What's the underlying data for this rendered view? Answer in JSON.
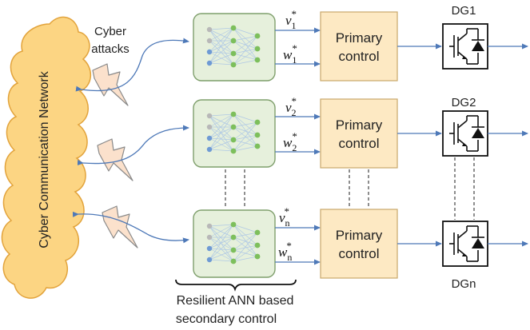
{
  "diagram": {
    "network_label": "Cyber Communication Network",
    "attack_label_line1": "Cyber",
    "attack_label_line2": "attacks",
    "primary_label_line1": "Primary",
    "primary_label_line2": "control",
    "bracket_label_line1": "Resilient ANN based",
    "bracket_label_line2": "secondary control",
    "units": [
      {
        "dg_label": "DG1",
        "v_base": "v",
        "v_sub": "1",
        "w_base": "w",
        "w_sub": "1",
        "star": "*"
      },
      {
        "dg_label": "DG2",
        "v_base": "v",
        "v_sub": "2",
        "w_base": "w",
        "w_sub": "2",
        "star": "*"
      },
      {
        "dg_label": "DGn",
        "v_base": "v",
        "v_sub": "n",
        "w_base": "w",
        "w_sub": "n",
        "star": "*"
      }
    ],
    "colors": {
      "cloud_fill": "#fcd583",
      "cloud_stroke": "#e2a33b",
      "ann_fill": "#e6f0dc",
      "ann_stroke": "#7f9f6c",
      "primary_fill": "#fde9c3",
      "primary_stroke": "#c9a86a",
      "arrow": "#4e79b8",
      "lightning_fill": "#fbe1cc",
      "lightning_stroke": "#8a8a8a",
      "node_gray": "#b8b8b8",
      "node_blue": "#6e9ad4",
      "node_green": "#7dbf5c"
    }
  }
}
